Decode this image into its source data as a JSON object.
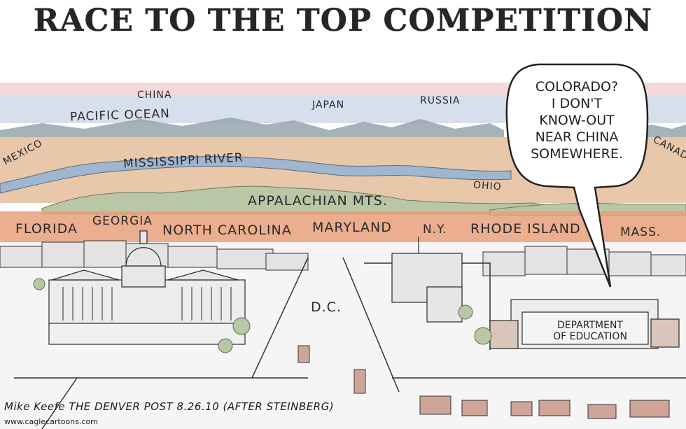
{
  "title": "RACE TO THE TOP COMPETITION",
  "map_labels": {
    "china": "CHINA",
    "japan": "JAPAN",
    "russia": "RUSSIA",
    "pacific": "PACIFIC OCEAN",
    "mexico": "MEXICO",
    "canada": "CANADA",
    "mississippi": "MISSISSIPPI RIVER",
    "ohio": "OHIO",
    "appalachian": "APPALACHIAN MTS.",
    "florida": "FLORIDA",
    "georgia": "GEORGIA",
    "north_carolina": "NORTH CAROLINA",
    "maryland": "MARYLAND",
    "ny": "N.Y.",
    "rhode_island": "RHODE ISLAND",
    "mass": "MASS.",
    "dc": "D.C."
  },
  "speech_bubble": {
    "lines": [
      "COLORADO?",
      "I DON'T",
      "KNOW-OUT",
      "NEAR CHINA",
      "SOMEWHERE."
    ]
  },
  "building_sign": {
    "line1": "DEPARTMENT",
    "line2": "OF EDUCATION"
  },
  "credit": "Mike Keefe THE DENVER POST 8.26.10 (AFTER STEINBERG)",
  "website": "www.caglecartoons.com",
  "colors": {
    "sky_pink": "#f3d9dc",
    "sky_blue": "#cfd8e8",
    "mountains": "#8fa0a8",
    "land_tan": "#e8c7aa",
    "river_blue": "#9fb6cf",
    "appalachian_green": "#b9c7a6",
    "east_orange": "#e8a07a",
    "ground": "#f4f4f4"
  }
}
